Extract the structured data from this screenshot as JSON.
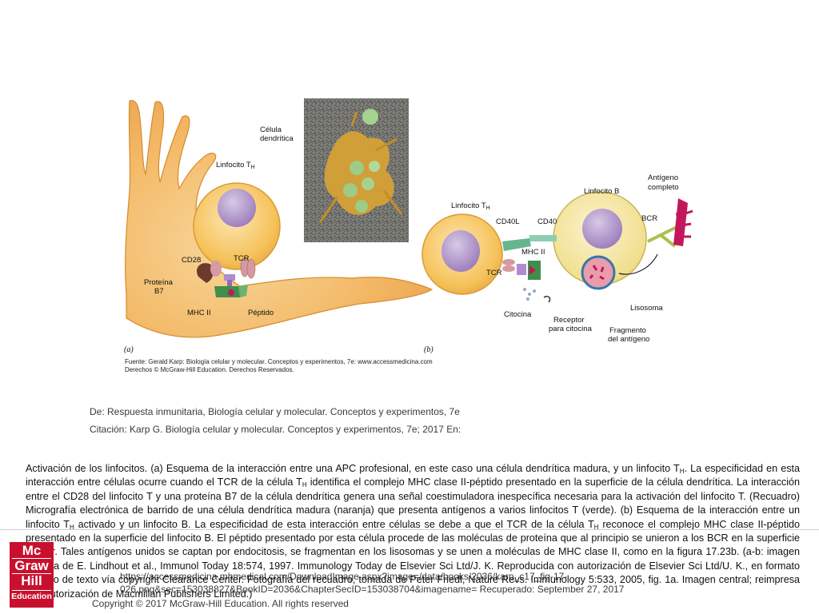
{
  "figure": {
    "panel_a": {
      "letter": "(a)",
      "labels": {
        "celula_line1": "Célula",
        "celula_line2": "dendrítica",
        "linfocito": "Linfocito T",
        "linfocito_sub": "H",
        "cd28": "CD28",
        "tcr": "TCR",
        "proteina_line1": "Proteína",
        "proteina_line2": "B7",
        "mhc": "MHC II",
        "peptido": "Péptido"
      }
    },
    "panel_b": {
      "letter": "(b)",
      "labels": {
        "linfocito_th": "Linfocito T",
        "linfocito_th_sub": "H",
        "cd40l": "CD40L",
        "cd40": "CD40",
        "linfocito_b": "Linfocito B",
        "antigeno_line1": "Antígeno",
        "antigeno_line2": "completo",
        "bcr": "BCR",
        "mhc": "MHC II",
        "tcr": "TCR",
        "citocina": "Citocina",
        "receptor_line1": "Receptor",
        "receptor_line2": "para citocina",
        "lisosoma": "Lisosoma",
        "fragmento_line1": "Fragmento",
        "fragmento_line2": "del antígeno"
      }
    },
    "source": {
      "line1": "Fuente: Gerald Karp: Biología celular y molecular. Conceptos y experimentos, 7e: www.accessmedicina.com",
      "line2": "Derechos © McGraw-Hill Education. Derechos Reservados."
    }
  },
  "ghost": {
    "de": "De: Respuesta inmunitaria, Biología celular y molecular. Conceptos y experimentos, 7e",
    "citacion": "Citación: Karp G. Biología celular y molecular. Conceptos y experimentos, 7e; 2017 En:",
    "url1": "https://accessmedicina.mhmedical.com/DownloadImage.aspx?image=/data/books/2036/karp_c17_fig-17-",
    "url2": "026.png&sec=153038827&BookID=2036&ChapterSecID=153038704&imagename= Recuperado: September 27, 2017",
    "copyright": "Copyright © 2017 McGraw-Hill Education. All rights reserved"
  },
  "caption": {
    "p1": "Activación de los linfocitos. (a) Esquema de la interacción entre una APC profesional, en este caso una célula dendrítica madura, y un linfocito T",
    "p1_sub": "H",
    "p2": ". La especificidad en esta interacción entre células ocurre cuando el TCR de la célula T",
    "p2_sub": "H",
    "p3": " identifica el complejo MHC clase II-péptido presentado en la superficie de la célula dendrítica. La interacción entre el CD28 del linfocito T y una proteína B7 de la célula dendrítica genera una señal coestimuladora inespecífica necesaria para la activación del linfocito T. (Recuadro) Micrografía electrónica de barrido de una célula dendrítica madura (naranja) que presenta antígenos a varios linfocitos T (verde). (b) Esquema de la interacción entre un linfocito T",
    "p3_sub": "H",
    "p4": " activado y un linfocito B. La especificidad de esta interacción entre células se debe a que el TCR de la célula T",
    "p4_sub": "H",
    "p5": " reconoce el complejo MHC clase II-péptido presentado en la superficie del linfocito B. El péptido presentado por esta célula procede de las moléculas de proteína que al principio se unieron a los BCR en la superficie celular. Tales antígenos unidos se captan por endocitosis, se fragmentan en los lisosomas y se unen a moléculas de MHC clase II, como en la figura 17.23b. (a-b: imagen tomada de E. Lindhout et al., Immunol Today 18:574, 1997. Immunology Today de Elsevier Sci Ltd/J. K. Reproducida con autorización de Elsevier Sci Ltd/U. K., en formato de libro de texto vía copyright Clearance Center. Fotografía del recuadro, tomada de Peter Friedl, Nature Revs. Immunology 5:533, 2005, fig. 1a. Imagen central; reimpresa con autorización de Macmillan Publishers Limited.)"
  },
  "logo": {
    "line1": "Mc",
    "line2": "Graw",
    "line3": "Hill",
    "line4": "Education"
  },
  "colors": {
    "dendritic_orange": "#f0a640",
    "dendritic_light": "#f9ddb0",
    "cell_yellow": "#f6c25a",
    "nucleus_purple": "#a98cc4",
    "b_cell_yellow": "#f3e59a",
    "mhc_green": "#3f8f4a",
    "tcr_pink": "#d59aa0",
    "antigen_magenta": "#c2185b",
    "logo_red": "#c8102e"
  }
}
